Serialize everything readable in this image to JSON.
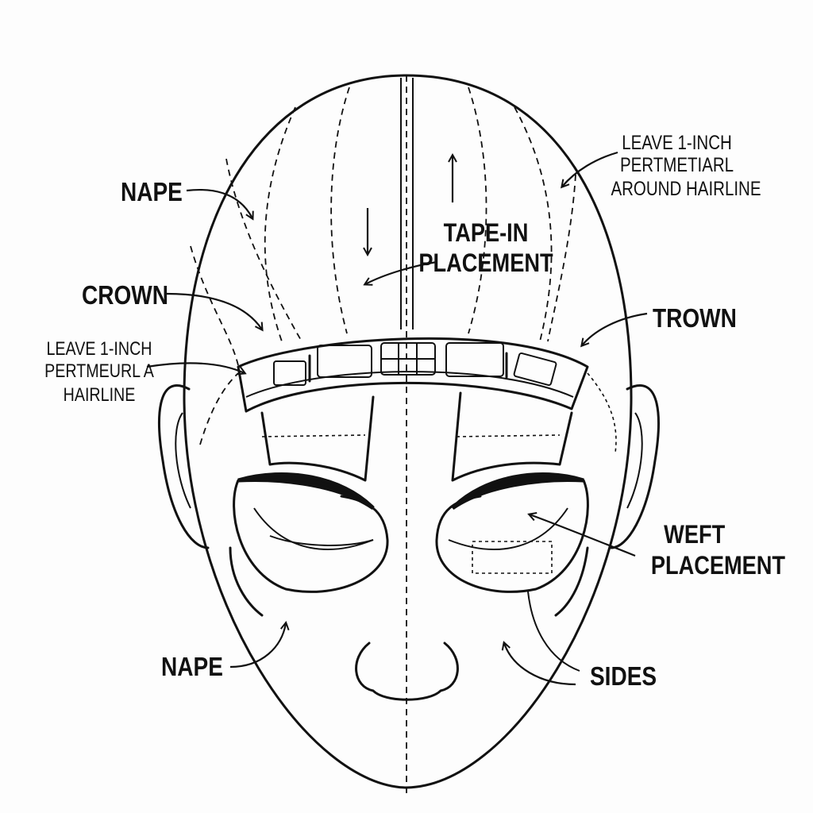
{
  "labels": {
    "nape_top": "NAPE",
    "crown": "CROWN",
    "leave_left": [
      "LEAVE 1-INCH",
      "PERTMEURL A",
      "HAIRLINE"
    ],
    "tape_in": [
      "TAPE-IN",
      "PLACEMENT"
    ],
    "leave_right": [
      "LEAVE 1-INCH",
      "PERTMETIARL",
      "AROUND HAIRLINE"
    ],
    "trown": "TROWN",
    "weft": [
      "WEFT",
      "PLACEMENT"
    ],
    "nape_bottom": "NAPE",
    "sides": "SIDES"
  },
  "colors": {
    "ink": "#111111",
    "paper": "#fdfdfd"
  }
}
